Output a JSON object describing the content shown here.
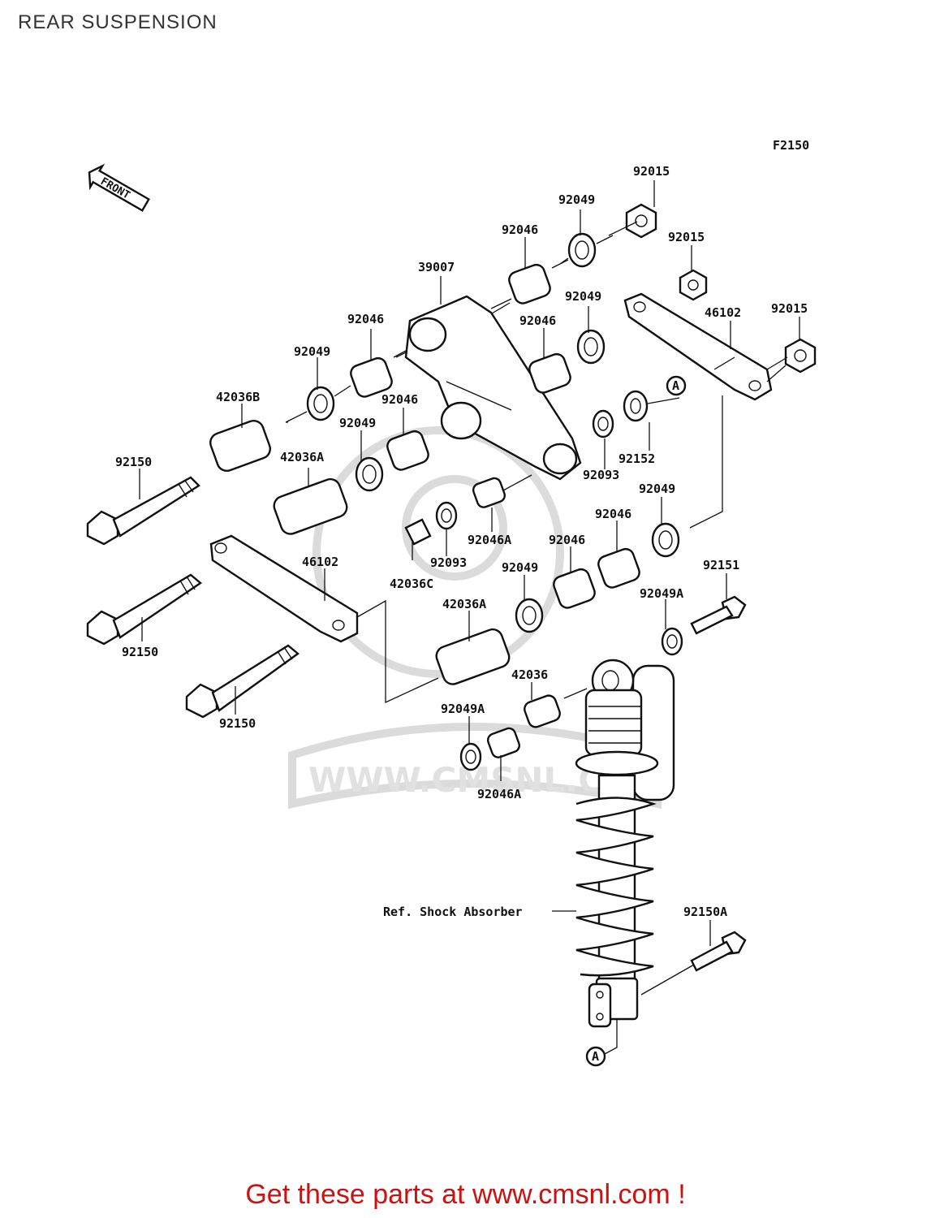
{
  "header": {
    "title": "REAR SUSPENSION"
  },
  "figure_code": "F2150",
  "front_arrow": "FRONT",
  "watermark": "WWW.CMSNL.COM",
  "labels": {
    "p92015_a": "92015",
    "p92049_a": "92049",
    "p92046_a": "92046",
    "p92015_b": "92015",
    "p39007": "39007",
    "p92049_b": "92049",
    "p92046_b": "92046",
    "p92046_c": "92046",
    "p46102_a": "46102",
    "p92015_c": "92015",
    "p92049_c": "92049",
    "p42036B": "42036B",
    "p92046_d": "92046",
    "p92049_d": "92049",
    "p92150_a": "92150",
    "p42036A_a": "42036A",
    "p92093_a": "92093",
    "p92152": "92152",
    "p92049_e": "92049",
    "p92046_e": "92046",
    "p92046A_a": "92046A",
    "p46102_b": "46102",
    "p92093_b": "92093",
    "p92046_f": "92046",
    "p92049_f": "92049",
    "p92151": "92151",
    "p42036C": "42036C",
    "p42036A_b": "42036A",
    "p92049A_a": "92049A",
    "p92150_b": "92150",
    "p42036": "42036",
    "p92150_c": "92150",
    "p92049A_b": "92049A",
    "p92046A_b": "92046A",
    "ref_shock": "Ref. Shock  Absorber",
    "p92150A": "92150A",
    "ref_a1": "A",
    "ref_a2": "A"
  },
  "footer": {
    "cta": "Get these parts at www.cmsnl.com !"
  }
}
